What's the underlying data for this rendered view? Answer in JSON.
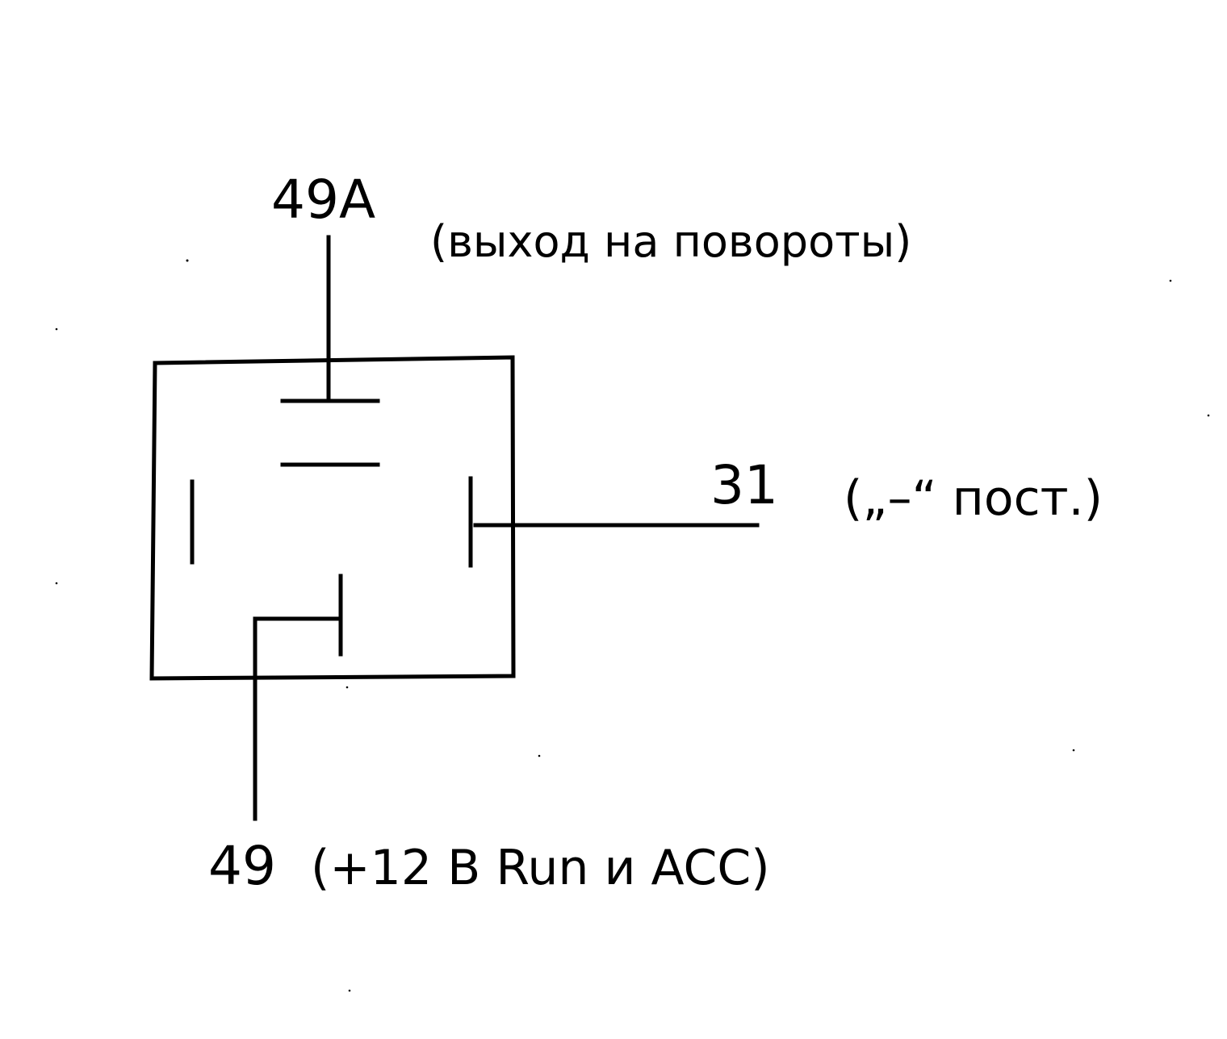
{
  "diagram": {
    "ink_color": "#000000",
    "paper_color": "#ffffff",
    "pins": {
      "top": {
        "number": "49A",
        "note": "(выход на повороты)"
      },
      "right": {
        "number": "31",
        "note": "(„–“ пост.)"
      },
      "bottom": {
        "number": "49",
        "note": "(+12 В  Run и ACC)"
      }
    }
  }
}
